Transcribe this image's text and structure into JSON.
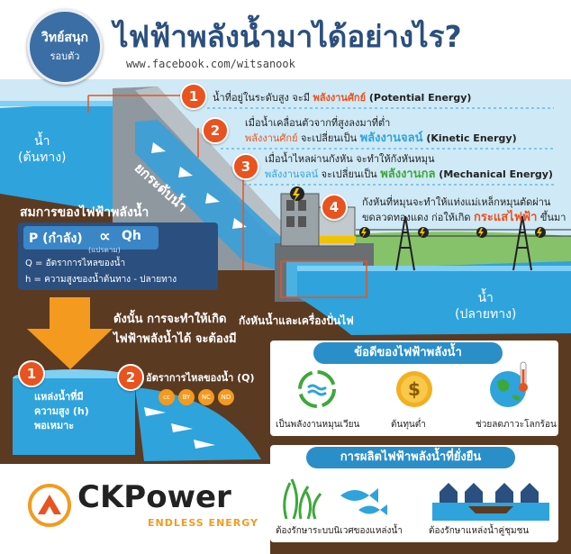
{
  "header": {
    "logo_line1": "วิทย์สนุก",
    "logo_line2": "รอบตัว",
    "title": "ไฟฟ้าพลังน้ำมาได้อย่างไร?",
    "url": "www.facebook.com/witsanook"
  },
  "dam": {
    "upstream_label": "น้ำ\n(ต้นทาง)",
    "downstream_label": "น้ำ\n(ปลายทาง)",
    "slope_label": "ยกระดับน้ำ",
    "turbine_label": "กังหันน้ำและเครื่องปั่นไฟ"
  },
  "steps": [
    {
      "n": "1",
      "pre": "น้ำที่อยู่ในระดับสูง จะมี ",
      "hl": "พลังงานศักย์",
      "post": " (Potential Energy)"
    },
    {
      "n": "2",
      "line1": "เมื่อน้ำเคลื่อนตัวจากที่สูงลงมาที่ต่ำ",
      "a": "พลังงานศักย์",
      "mid": " จะเปลี่ยนเป็น ",
      "hl": "พลังงานจลน์",
      "post": " (Kinetic Energy)"
    },
    {
      "n": "3",
      "line1": "เมื่อน้ำไหลผ่านกังหัน จะทำให้กังหันหมุน",
      "a": "พลังงานจลน์",
      "mid": " จะเปลี่ยนเป็น ",
      "hl": "พลังงานกล",
      "post": " (Mechanical Energy)"
    },
    {
      "n": "4",
      "line1": "กังหันที่หมุนจะทำให้แท่งแม่เหล็กหมุนตัดผ่าน",
      "line2pre": "ขดลวดทองแดง ก่อให้เกิด ",
      "hl": "กระแสไฟฟ้า",
      "post": " ขึ้นมา"
    }
  ],
  "equation": {
    "title": "สมการของไฟฟ้าพลังน้ำ",
    "P": "P (กำลัง)",
    "prop": "∝",
    "Qh": "Qh",
    "note": "(แปรตาม)",
    "q_def": "Q = อัตราการไหลของน้ำ",
    "h_def": "h = ความสูงของน้ำต้นทาง - ปลายทาง"
  },
  "conclusion": {
    "line1": "ดังนั้น การจะทำให้เกิด",
    "line2": "ไฟฟ้าพลังน้ำได้ จะต้องมี"
  },
  "requirements": [
    {
      "n": "1",
      "text": "แหล่งน้ำที่มี\nความสูง (h)\nพอเหมาะ"
    },
    {
      "n": "2",
      "text": "อัตราการไหลของน้ำ (Q)"
    }
  ],
  "license": [
    "cc",
    "BY",
    "NC",
    "ND"
  ],
  "advantages": {
    "title": "ข้อดีของไฟฟ้าพลังน้ำ",
    "items": [
      {
        "icon": "recycle-water-icon",
        "label": "เป็นพลังงานหมุนเวียน"
      },
      {
        "icon": "dollar-coin-icon",
        "label": "ต้นทุนต่ำ"
      },
      {
        "icon": "globe-thermometer-icon",
        "label": "ช่วยลดภาวะโลกร้อน"
      }
    ]
  },
  "sustainable": {
    "title": "การผลิตไฟฟ้าพลังน้ำที่ยั่งยืน",
    "items": [
      {
        "icon": "seaweed-fish-icon",
        "label": "ต้องรักษาระบบนิเวศของแหล่งน้ำ"
      },
      {
        "icon": "village-boat-icon",
        "label": "ต้องรักษาแหล่งน้ำคู่ชุมชน"
      }
    ]
  },
  "brand": {
    "name": "CKPower",
    "tagline": "ENDLESS ENERGY"
  },
  "colors": {
    "sky": "#cfeaf6",
    "earth": "#5b3a22",
    "water": "#2fa3dc",
    "accent": "#e8531f",
    "blue_title": "#2b4f7e"
  }
}
